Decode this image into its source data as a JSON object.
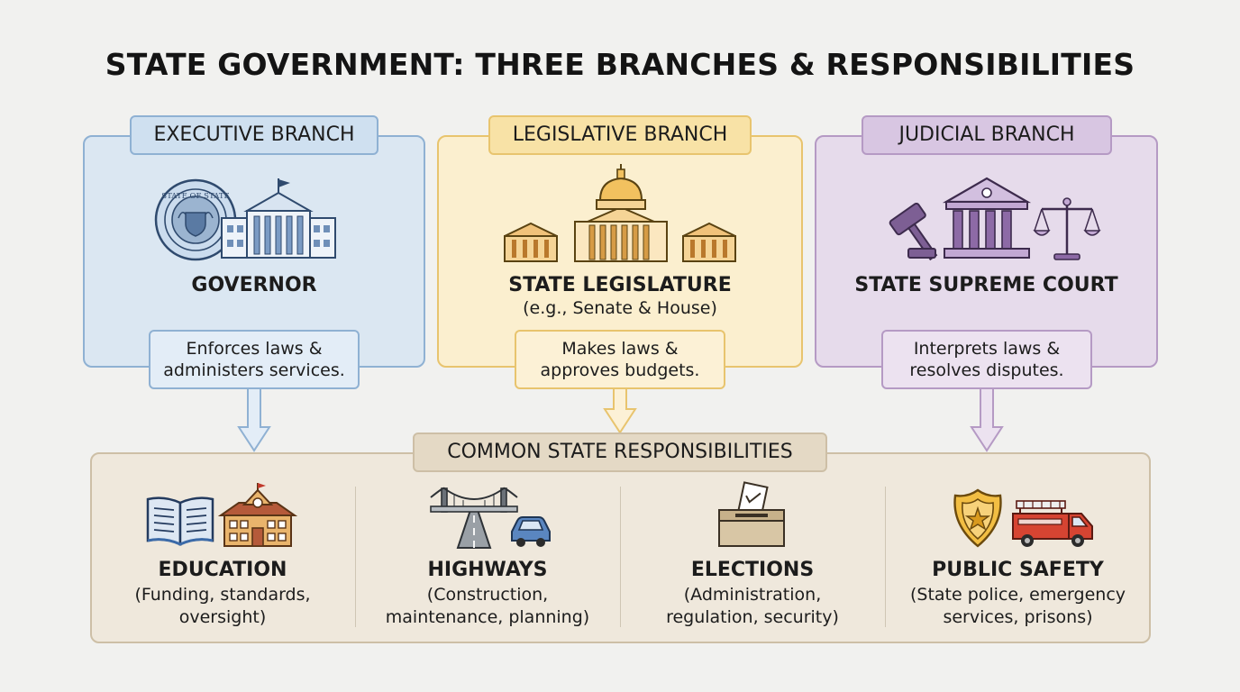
{
  "title": "STATE GOVERNMENT: THREE BRANCHES & RESPONSIBILITIES",
  "branches": [
    {
      "tab": "EXECUTIVE BRANCH",
      "name": "GOVERNOR",
      "sub": "",
      "duty_line1": "Enforces laws &",
      "duty_line2": "administers services."
    },
    {
      "tab": "LEGISLATIVE BRANCH",
      "name": "STATE LEGISLATURE",
      "sub": "(e.g., Senate & House)",
      "duty_line1": "Makes laws &",
      "duty_line2": "approves budgets."
    },
    {
      "tab": "JUDICIAL BRANCH",
      "name": "STATE SUPREME COURT",
      "sub": "",
      "duty_line1": "Interprets laws &",
      "duty_line2": "resolves disputes."
    }
  ],
  "seal_text": "STATE OF STATE",
  "responsibilities": {
    "header": "COMMON STATE RESPONSIBILITIES",
    "items": [
      {
        "title": "EDUCATION",
        "line1": "(Funding, standards,",
        "line2": "oversight)"
      },
      {
        "title": "HIGHWAYS",
        "line1": "(Construction,",
        "line2": "maintenance, planning)"
      },
      {
        "title": "ELECTIONS",
        "line1": "(Administration,",
        "line2": "regulation, security)"
      },
      {
        "title": "PUBLIC SAFETY",
        "line1": "(State police, emergency",
        "line2": "services, prisons)"
      }
    ]
  },
  "colors": {
    "executive_fill": "#dbe7f2",
    "executive_border": "#8fb1d3",
    "legislative_fill": "#fbefcf",
    "legislative_border": "#e8c46e",
    "judicial_fill": "#e6dbeb",
    "judicial_border": "#b59ac4",
    "resp_fill": "#efe8dc",
    "resp_border": "#cdbfa6"
  },
  "icons": [
    "seal-icon",
    "capitol-building-icon",
    "dome-capitol-icon",
    "gavel-icon",
    "courthouse-icon",
    "scales-icon",
    "book-icon",
    "schoolhouse-icon",
    "bridge-road-icon",
    "car-icon",
    "ballot-box-icon",
    "police-badge-icon",
    "fire-truck-icon"
  ]
}
